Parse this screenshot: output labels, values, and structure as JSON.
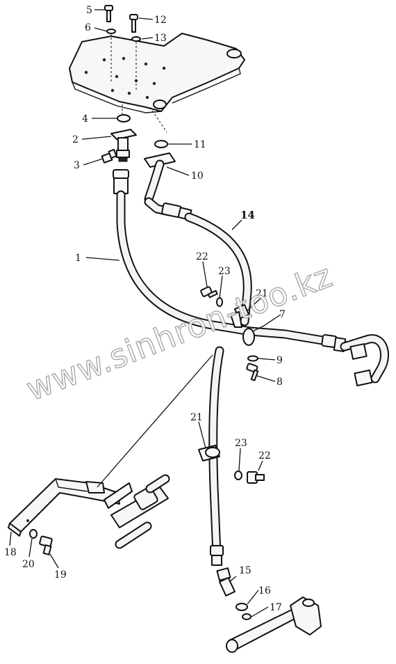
{
  "watermark": "www.sinhron-too.kz",
  "callouts": {
    "c1": "1",
    "c2": "2",
    "c3": "3",
    "c4": "4",
    "c5": "5",
    "c6": "6",
    "c7": "7",
    "c8": "8",
    "c9": "9",
    "c10": "10",
    "c11": "11",
    "c12": "12",
    "c13": "13",
    "c14": "14",
    "c15": "15",
    "c16": "16",
    "c17": "17",
    "c18": "18",
    "c19": "19",
    "c20": "20",
    "c21a": "21",
    "c21b": "21",
    "c22a": "22",
    "c22b": "22",
    "c23a": "23",
    "c23b": "23"
  }
}
